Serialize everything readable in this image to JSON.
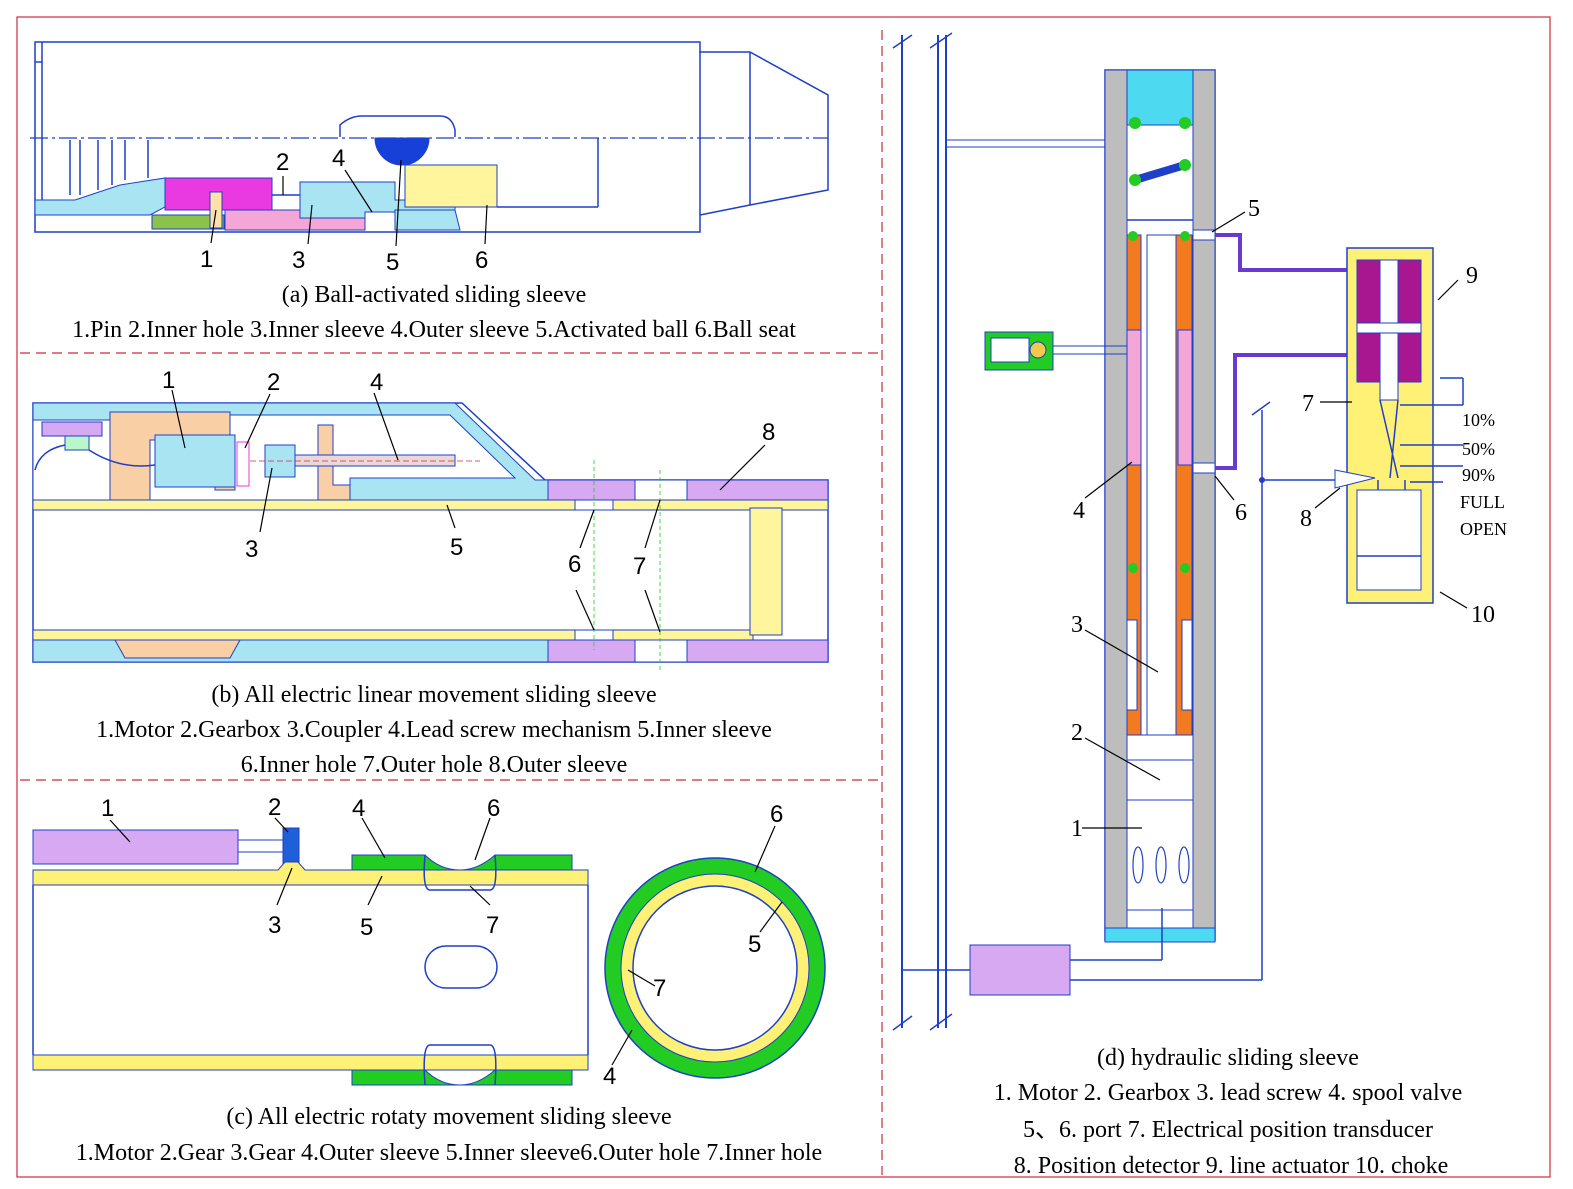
{
  "panel_a": {
    "labels": [
      "1",
      "2",
      "3",
      "4",
      "5",
      "6"
    ],
    "caption": "(a) Ball-activated sliding sleeve",
    "legend": "1.Pin 2.Inner hole 3.Inner sleeve 4.Outer sleeve 5.Activated ball 6.Ball seat"
  },
  "panel_b": {
    "labels": [
      "1",
      "2",
      "3",
      "4",
      "5",
      "6",
      "7",
      "8"
    ],
    "caption": "(b) All electric linear movement sliding sleeve",
    "legend_1": "1.Motor 2.Gearbox 3.Coupler 4.Lead screw mechanism 5.Inner sleeve",
    "legend_2": "6.Inner hole 7.Outer hole 8.Outer sleeve"
  },
  "panel_c": {
    "labels": [
      "1",
      "2",
      "3",
      "4",
      "5",
      "6",
      "7",
      "6",
      "5",
      "7",
      "4"
    ],
    "caption": "(c) All electric rotaty movement sliding sleeve",
    "legend": "1.Motor 2.Gear 3.Gear 4.Outer sleeve 5.Inner sleeve6.Outer hole 7.Inner hole"
  },
  "panel_d": {
    "labels": [
      "5",
      "9",
      "7",
      "4",
      "6",
      "8",
      "10",
      "3",
      "2",
      "1"
    ],
    "choke_positions": [
      "10%",
      "50%",
      "90%",
      "FULL",
      "OPEN"
    ],
    "caption": "(d) hydraulic sliding sleeve",
    "legend_1": "1. Motor 2. Gearbox 3. lead screw 4. spool valve",
    "legend_2": "5、6. port 7. Electrical position transducer",
    "legend_3": "8. Position detector 9. line actuator 10. choke"
  },
  "colors": {
    "frame": "#d02a3a",
    "outline": "#1f3fc8",
    "cyan": "#a9e4f2",
    "magenta": "#e83ae0",
    "pink": "#f4a6d6",
    "yellow": "#fff176",
    "green": "#22cc22",
    "orange": "#f27a1f",
    "lilac": "#d7a9f2",
    "purple": "#a8178f",
    "gray": "#bdbdbd"
  }
}
